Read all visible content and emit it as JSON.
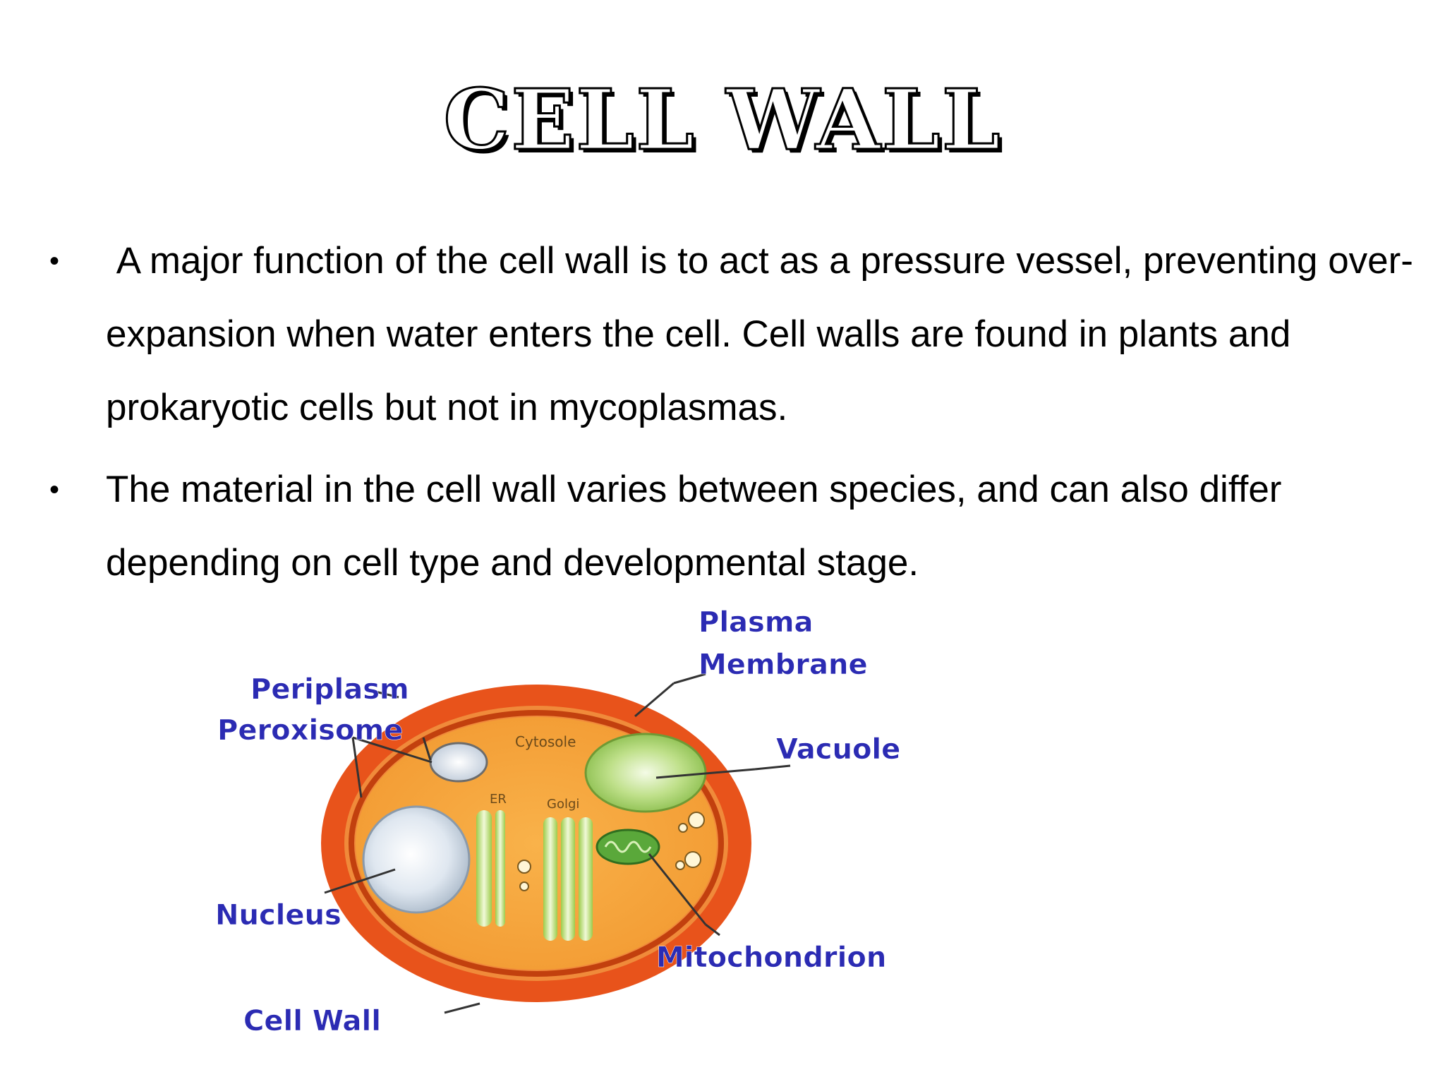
{
  "slide": {
    "title": "CELL WALL",
    "bullets": [
      {
        "marker": "•",
        "text": " A major function of the cell wall is to act as a pressure vessel, preventing over-expansion when water enters the cell. Cell walls are found in plants and prokaryotic cells but not in mycoplasmas."
      },
      {
        "marker": "•",
        "text": "The material in the cell wall varies between species, and can also differ depending on cell type and developmental stage."
      }
    ]
  },
  "diagram": {
    "labels": {
      "periplasm": "Periplasm",
      "peroxisome": "Peroxisome",
      "nucleus": "Nucleus",
      "cell_wall": "Cell Wall",
      "plasma_membrane_line1": "Plasma",
      "plasma_membrane_line2": "Membrane",
      "vacuole": "Vacuole",
      "mitochondrion": "Mitochondrion",
      "cytosole": "Cytosole",
      "er": "ER",
      "golgi": "Golgi"
    },
    "colors": {
      "cell_wall": "#e8531b",
      "cytoplasm": "#f7a53a",
      "label_text": "#2b2bb3",
      "leader_line": "#333333"
    }
  }
}
